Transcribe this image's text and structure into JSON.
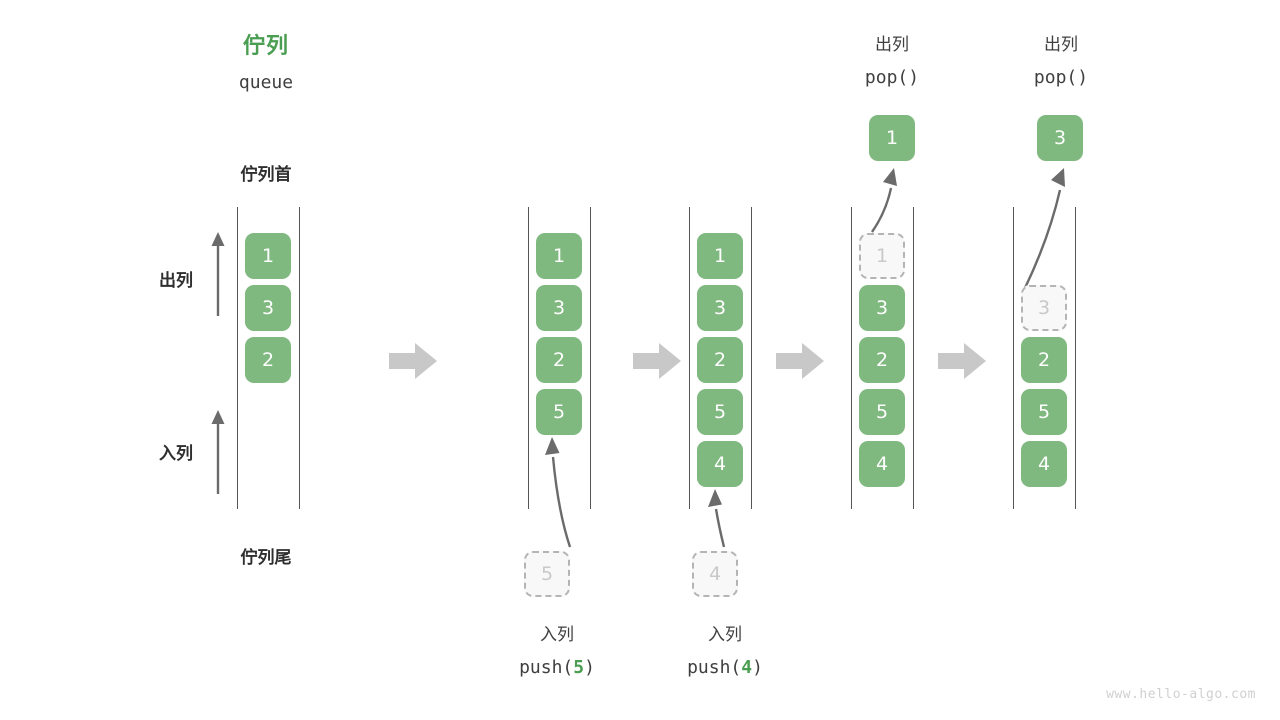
{
  "diagram": {
    "title_cn": "佇列",
    "title_en": "queue",
    "head_label": "佇列首",
    "tail_label": "佇列尾",
    "dequeue_label": "出列",
    "enqueue_label": "入列",
    "watermark": "www.hello-algo.com",
    "colors": {
      "green": "#7fb97f",
      "green_text": "#4a9e52",
      "rail": "#555555",
      "arrow": "#6b6b6b",
      "step_arrow": "#c8c8c8",
      "ghost_fill": "#f8f8f8",
      "ghost_border": "#b4b4b4",
      "ghost_text": "#c9c9c9",
      "watermark": "#d0d0d0"
    }
  },
  "columns": [
    {
      "id": "initial",
      "cells": [
        {
          "value": "1",
          "ghost": false
        },
        {
          "value": "3",
          "ghost": false
        },
        {
          "value": "2",
          "ghost": false
        }
      ]
    },
    {
      "id": "push5",
      "caption_cn": "入列",
      "caption_code_prefix": "push(",
      "caption_code_num": "5",
      "caption_code_suffix": ")",
      "incoming": {
        "value": "5"
      },
      "cells": [
        {
          "value": "1",
          "ghost": false
        },
        {
          "value": "3",
          "ghost": false
        },
        {
          "value": "2",
          "ghost": false
        },
        {
          "value": "5",
          "ghost": false
        }
      ]
    },
    {
      "id": "push4",
      "caption_cn": "入列",
      "caption_code_prefix": "push(",
      "caption_code_num": "4",
      "caption_code_suffix": ")",
      "incoming": {
        "value": "4"
      },
      "cells": [
        {
          "value": "1",
          "ghost": false
        },
        {
          "value": "3",
          "ghost": false
        },
        {
          "value": "2",
          "ghost": false
        },
        {
          "value": "5",
          "ghost": false
        },
        {
          "value": "4",
          "ghost": false
        }
      ]
    },
    {
      "id": "pop1",
      "header_cn": "出列",
      "header_code": "pop()",
      "popped": {
        "value": "1"
      },
      "cells": [
        {
          "value": "1",
          "ghost": true
        },
        {
          "value": "3",
          "ghost": false
        },
        {
          "value": "2",
          "ghost": false
        },
        {
          "value": "5",
          "ghost": false
        },
        {
          "value": "4",
          "ghost": false
        }
      ]
    },
    {
      "id": "pop3",
      "header_cn": "出列",
      "header_code": "pop()",
      "popped": {
        "value": "3"
      },
      "cells": [
        {
          "value": "",
          "ghost": null
        },
        {
          "value": "3",
          "ghost": true
        },
        {
          "value": "2",
          "ghost": false
        },
        {
          "value": "5",
          "ghost": false
        },
        {
          "value": "4",
          "ghost": false
        }
      ]
    }
  ],
  "step_arrows": [
    {
      "id": "step-1"
    },
    {
      "id": "step-2"
    },
    {
      "id": "step-3"
    },
    {
      "id": "step-4"
    }
  ]
}
